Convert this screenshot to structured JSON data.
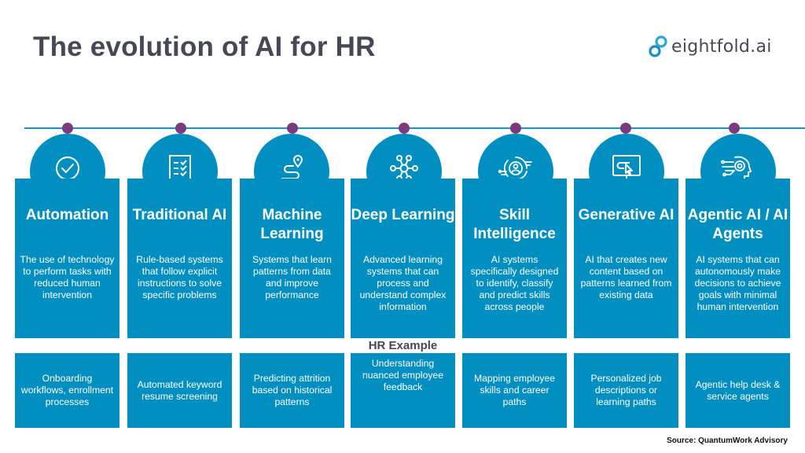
{
  "header": {
    "title": "The evolution of AI for HR",
    "logo_text": "eightfold.ai",
    "logo_icon": "infinity-loop-icon"
  },
  "colors": {
    "card": "#008fc0",
    "timeline": "#1a93c0",
    "dot": "#7b3a7d",
    "title_text": "#464955"
  },
  "hr_example_label": "HR Example",
  "stages": [
    {
      "title": "Automation",
      "icon": "check-circle-icon",
      "description": "The use of technology to perform tasks with reduced human intervention",
      "hr_example": "Onboarding workflows, enrollment processes"
    },
    {
      "title": "Traditional AI",
      "icon": "checklist-icon",
      "description": "Rule-based systems that follow explicit instructions to solve specific problems",
      "hr_example": "Automated keyword resume screening"
    },
    {
      "title": "Machine Learning",
      "icon": "route-pin-icon",
      "description": "Systems that learn patterns from data and improve performance",
      "hr_example": "Predicting attrition based on historical patterns"
    },
    {
      "title": "Deep Learning",
      "icon": "neural-network-icon",
      "description": "Advanced learning systems that can process and understand complex information",
      "hr_example": "Understanding nuanced employee feedback"
    },
    {
      "title": "Skill Intelligence",
      "icon": "person-target-icon",
      "description": "AI systems specifically designed to identify, classify and predict skills across people",
      "hr_example": "Mapping employee skills and career paths"
    },
    {
      "title": "Generative AI",
      "icon": "monitor-cursor-icon",
      "description": "AI that creates new content based on patterns learned from existing data",
      "hr_example": "Personalized job descriptions or learning paths"
    },
    {
      "title": "Agentic AI / AI Agents",
      "icon": "ai-head-icon",
      "description": "AI systems that can autonomously make decisions to achieve goals with minimal human intervention",
      "hr_example": "Agentic help desk & service agents"
    }
  ],
  "footer": {
    "source": "Source: QuantumWork Advisory"
  }
}
